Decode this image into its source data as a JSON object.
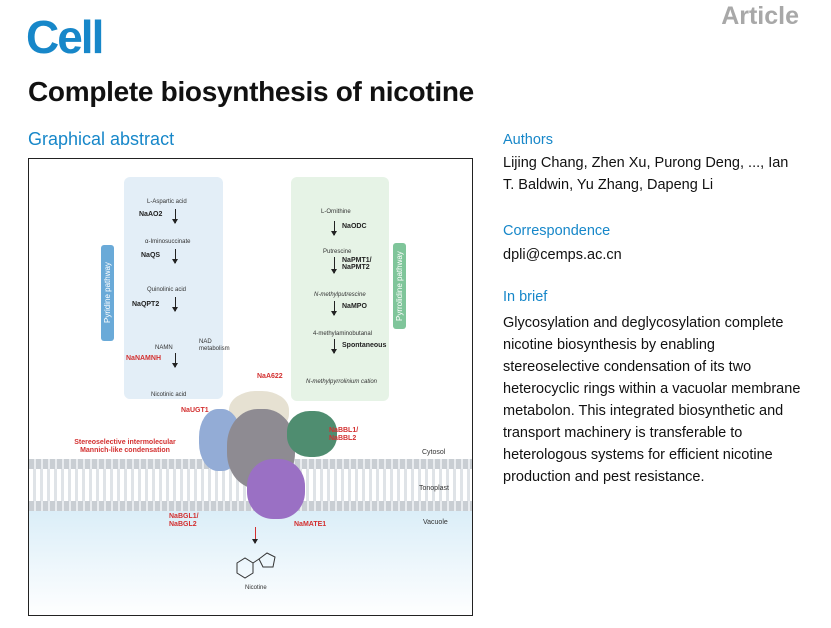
{
  "header": {
    "logo": "Cell",
    "article_type": "Article",
    "title": "Complete biosynthesis of nicotine"
  },
  "graphical_abstract": {
    "heading": "Graphical abstract",
    "pyridine": {
      "label": "Pyridine pathway",
      "compounds": [
        "L-Aspartic acid",
        "α-Iminosuccinate",
        "Quinolinic acid",
        "NAMN",
        "Nicotinic acid"
      ],
      "enzymes": [
        "NaAO2",
        "NaQS",
        "NaQPT2",
        "NaNAMNH"
      ],
      "nad": "NAD metabolism"
    },
    "pyrrolidine": {
      "label": "Pyrrolidine pathway",
      "compounds": [
        "L-Ornithine",
        "Putrescine",
        "N-methylputrescine",
        "4-methylaminobutanal",
        "N-methylpyrrolinium cation"
      ],
      "enzymes": [
        "NaODC",
        "NaPMT1/ NaPMT2",
        "NaMPO",
        "Spontaneous"
      ]
    },
    "proteins": {
      "a622": "NaA622",
      "ugt": "NaUGT1",
      "bbl": "NaBBL1/ NaBBL2",
      "bgl": "NaBGL1/ NaBGL2",
      "mate": "NaMATE1"
    },
    "condensation": "Stereoselective intermolecular Mannich-like condensation",
    "compartments": {
      "cytosol": "Cytosol",
      "tonoplast": "Tonoplast",
      "vacuole": "Vacuole"
    },
    "product": "Nicotine"
  },
  "authors": {
    "heading": "Authors",
    "names": "Lijing Chang, Zhen Xu, Purong Deng, ..., Ian T. Baldwin, Yu Zhang, Dapeng Li"
  },
  "correspondence": {
    "heading": "Correspondence",
    "email": "dpli@cemps.ac.cn"
  },
  "in_brief": {
    "heading": "In brief",
    "text": "Glycosylation and deglycosylation complete nicotine biosynthesis by enabling stereoselective condensation of its two heterocyclic rings within a vacuolar membrane metabolon. This integrated biosynthetic and transport machinery is transferable to heterologous systems for efficient nicotine production and pest resistance."
  }
}
